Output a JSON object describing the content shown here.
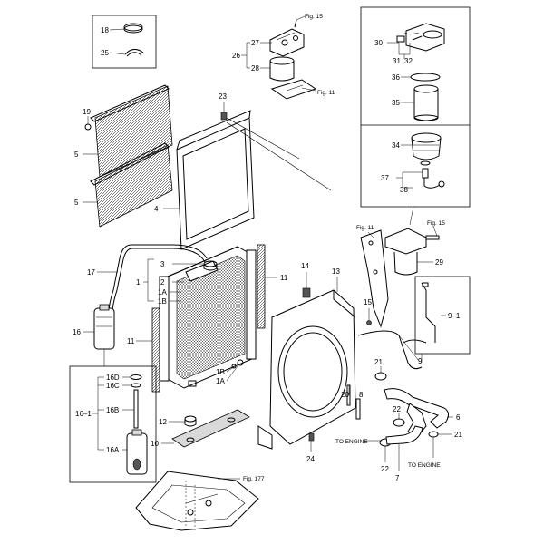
{
  "callouts": {
    "p18": "18",
    "p25": "25",
    "p27": "27",
    "p26": "26",
    "p28": "28",
    "fig15_top": "Fig. 15",
    "fig11_top": "Fig. 11",
    "p30": "30",
    "p31": "31",
    "p32": "32",
    "p36": "36",
    "p35": "35",
    "p34": "34",
    "p37": "37",
    "p38": "38",
    "p19": "19",
    "p23": "23",
    "p5a": "5",
    "p5b": "5",
    "p4": "4",
    "p3": "3",
    "p2": "2",
    "p1": "1",
    "p1A": "1A",
    "p1B": "1B",
    "p17": "17",
    "p11a": "11",
    "p11b": "11",
    "p14": "14",
    "p13": "13",
    "p15": "15",
    "p16": "16",
    "p16D": "16D",
    "p16C": "16C",
    "p16B": "16B",
    "p16A": "16A",
    "p16_1": "16–1",
    "p18b": "1B",
    "p1Ab": "1A",
    "p12": "12",
    "p10": "10",
    "p24": "24",
    "p20": "20",
    "p8": "8",
    "p21a": "21",
    "p21b": "21",
    "p22a": "22",
    "p22b": "22",
    "p7": "7",
    "p6": "6",
    "p9": "9",
    "p9_1": "9–1",
    "p29": "29",
    "fig11_mid": "Fig. 11",
    "fig15_mid": "Fig. 15",
    "fig177": "Fig. 177",
    "to_engine_a": "TO ENGINE",
    "to_engine_b": "TO ENGINE"
  }
}
